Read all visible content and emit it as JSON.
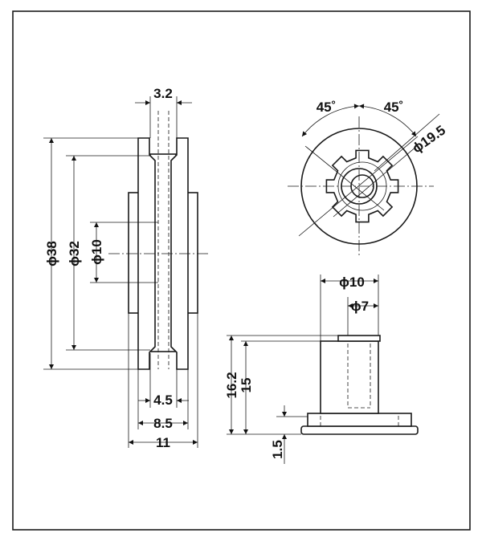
{
  "dimensions": {
    "width_top": "3.2",
    "dia_outer": "ϕ38",
    "dia_groove": "ϕ32",
    "dia_hub": "ϕ10",
    "width_groove": "4.5",
    "width_rim": "8.5",
    "width_total": "11",
    "angle_left": "45˚",
    "angle_right": "45˚",
    "dia_bolt": "ϕ19.5",
    "shaft_outer": "ϕ10",
    "shaft_inner": "ϕ7",
    "height_total": "16.2",
    "height_shaft": "15",
    "flange_thickness": "1.5"
  }
}
